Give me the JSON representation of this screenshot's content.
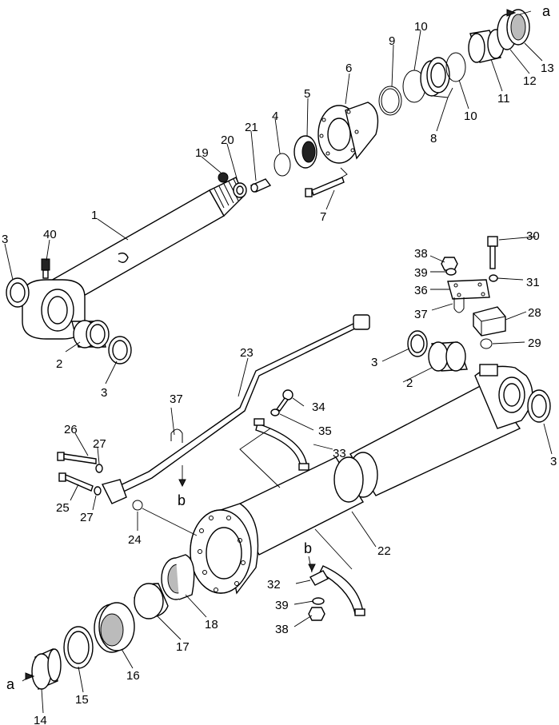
{
  "labels": [
    {
      "id": "1",
      "text": "1"
    },
    {
      "id": "2a",
      "text": "2"
    },
    {
      "id": "2b",
      "text": "2"
    },
    {
      "id": "3a",
      "text": "3"
    },
    {
      "id": "3b",
      "text": "3"
    },
    {
      "id": "3c",
      "text": "3"
    },
    {
      "id": "3d",
      "text": "3"
    },
    {
      "id": "4",
      "text": "4"
    },
    {
      "id": "5",
      "text": "5"
    },
    {
      "id": "6",
      "text": "6"
    },
    {
      "id": "7",
      "text": "7"
    },
    {
      "id": "8",
      "text": "8"
    },
    {
      "id": "9",
      "text": "9"
    },
    {
      "id": "10a",
      "text": "10"
    },
    {
      "id": "10b",
      "text": "10"
    },
    {
      "id": "11",
      "text": "11"
    },
    {
      "id": "12",
      "text": "12"
    },
    {
      "id": "13",
      "text": "13"
    },
    {
      "id": "14",
      "text": "14"
    },
    {
      "id": "15",
      "text": "15"
    },
    {
      "id": "16",
      "text": "16"
    },
    {
      "id": "17",
      "text": "17"
    },
    {
      "id": "18",
      "text": "18"
    },
    {
      "id": "19",
      "text": "19"
    },
    {
      "id": "20",
      "text": "20"
    },
    {
      "id": "21",
      "text": "21"
    },
    {
      "id": "22",
      "text": "22"
    },
    {
      "id": "23",
      "text": "23"
    },
    {
      "id": "24",
      "text": "24"
    },
    {
      "id": "25",
      "text": "25"
    },
    {
      "id": "26",
      "text": "26"
    },
    {
      "id": "27a",
      "text": "27"
    },
    {
      "id": "27b",
      "text": "27"
    },
    {
      "id": "28",
      "text": "28"
    },
    {
      "id": "29",
      "text": "29"
    },
    {
      "id": "30",
      "text": "30"
    },
    {
      "id": "31",
      "text": "31"
    },
    {
      "id": "32",
      "text": "32"
    },
    {
      "id": "33",
      "text": "33"
    },
    {
      "id": "34",
      "text": "34"
    },
    {
      "id": "35",
      "text": "35"
    },
    {
      "id": "36",
      "text": "36"
    },
    {
      "id": "37a",
      "text": "37"
    },
    {
      "id": "37b",
      "text": "37"
    },
    {
      "id": "38a",
      "text": "38"
    },
    {
      "id": "38b",
      "text": "38"
    },
    {
      "id": "39a",
      "text": "39"
    },
    {
      "id": "39b",
      "text": "39"
    },
    {
      "id": "40",
      "text": "40"
    },
    {
      "id": "a1",
      "text": "a"
    },
    {
      "id": "a2",
      "text": "a"
    },
    {
      "id": "b1",
      "text": "b"
    },
    {
      "id": "b2",
      "text": "b"
    }
  ]
}
